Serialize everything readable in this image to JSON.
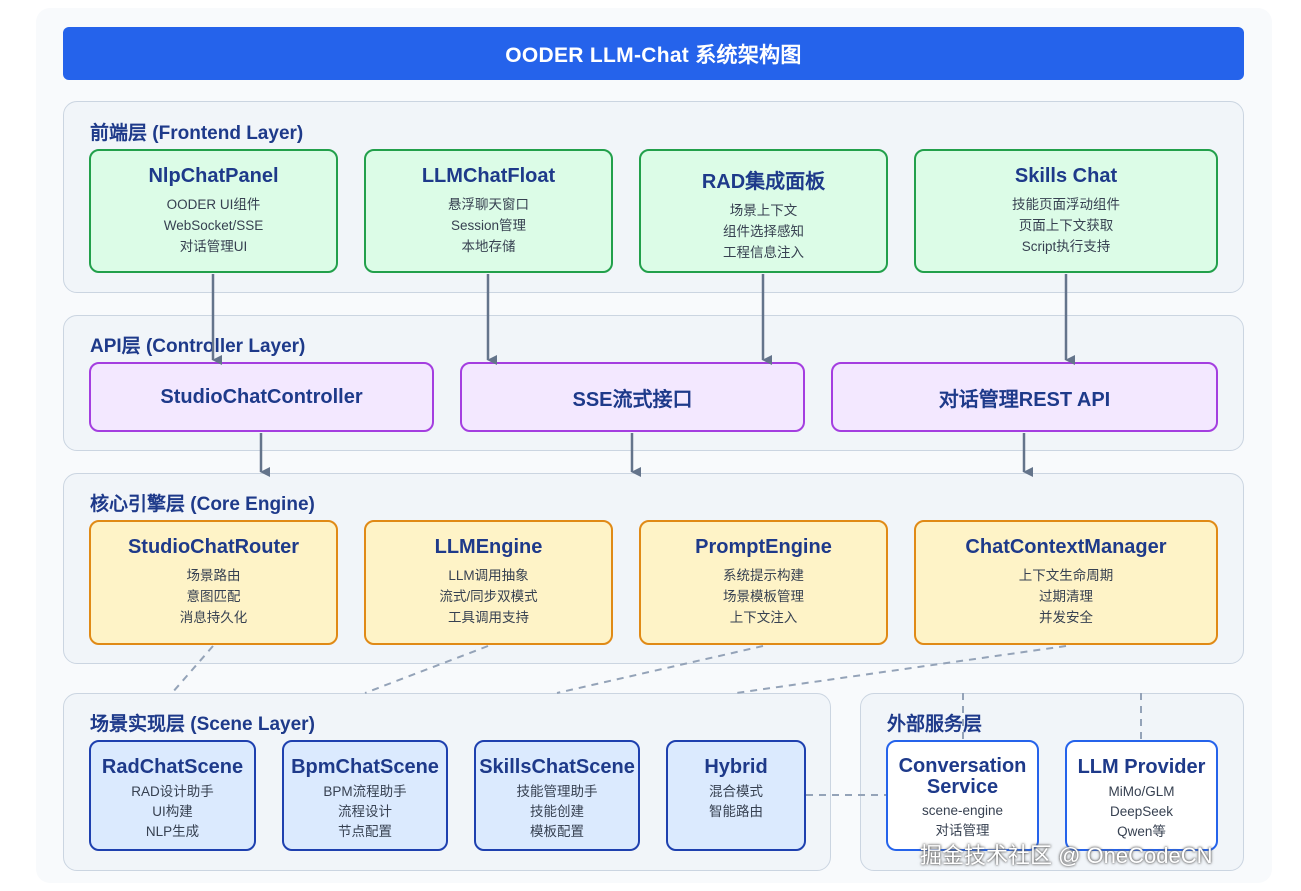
{
  "title": "OODER LLM-Chat 系统架构图",
  "layers": {
    "frontend": "前端层 (Frontend Layer)",
    "api": "API层 (Controller Layer)",
    "core": "核心引擎层 (Core Engine)",
    "scene": "场景实现层 (Scene Layer)",
    "external": "外部服务层"
  },
  "frontend": [
    {
      "name": "NlpChatPanel",
      "lines": [
        "OODER UI组件",
        "WebSocket/SSE",
        "对话管理UI"
      ]
    },
    {
      "name": "LLMChatFloat",
      "lines": [
        "悬浮聊天窗口",
        "Session管理",
        "本地存储"
      ]
    },
    {
      "name": "RAD集成面板",
      "lines": [
        "场景上下文",
        "组件选择感知",
        "工程信息注入"
      ]
    },
    {
      "name": "Skills Chat",
      "lines": [
        "技能页面浮动组件",
        "页面上下文获取",
        "Script执行支持"
      ]
    }
  ],
  "api": [
    {
      "name": "StudioChatController"
    },
    {
      "name": "SSE流式接口"
    },
    {
      "name": "对话管理REST API"
    }
  ],
  "core": [
    {
      "name": "StudioChatRouter",
      "lines": [
        "场景路由",
        "意图匹配",
        "消息持久化"
      ]
    },
    {
      "name": "LLMEngine",
      "lines": [
        "LLM调用抽象",
        "流式/同步双模式",
        "工具调用支持"
      ]
    },
    {
      "name": "PromptEngine",
      "lines": [
        "系统提示构建",
        "场景模板管理",
        "上下文注入"
      ]
    },
    {
      "name": "ChatContextManager",
      "lines": [
        "上下文生命周期",
        "过期清理",
        "并发安全"
      ]
    }
  ],
  "scene": [
    {
      "name": "RadChatScene",
      "lines": [
        "RAD设计助手",
        "UI构建",
        "NLP生成"
      ]
    },
    {
      "name": "BpmChatScene",
      "lines": [
        "BPM流程助手",
        "流程设计",
        "节点配置"
      ]
    },
    {
      "name": "SkillsChatScene",
      "lines": [
        "技能管理助手",
        "技能创建",
        "模板配置"
      ]
    },
    {
      "name": "Hybrid",
      "lines": [
        "混合模式",
        "智能路由"
      ]
    }
  ],
  "external": [
    {
      "name": "Conversation Service",
      "name_lines": [
        "Conversation",
        "Service"
      ],
      "lines": [
        "scene-engine",
        "对话管理"
      ]
    },
    {
      "name": "LLM Provider",
      "lines": [
        "MiMo/GLM",
        "DeepSeek",
        "Qwen等"
      ]
    }
  ],
  "watermark": "掘金技术社区 @ OneCodeCN",
  "colors": {
    "title_bg": "#2563eb",
    "frontend_fill": "#dcfce7",
    "frontend_border": "#22a04b",
    "api_fill": "#f3e8ff",
    "api_border": "#a43ee0",
    "core_fill": "#fef3c7",
    "core_border": "#e08a16",
    "scene_fill": "#dbeafe",
    "scene_border": "#1e40af",
    "arrow": "#64748b"
  }
}
